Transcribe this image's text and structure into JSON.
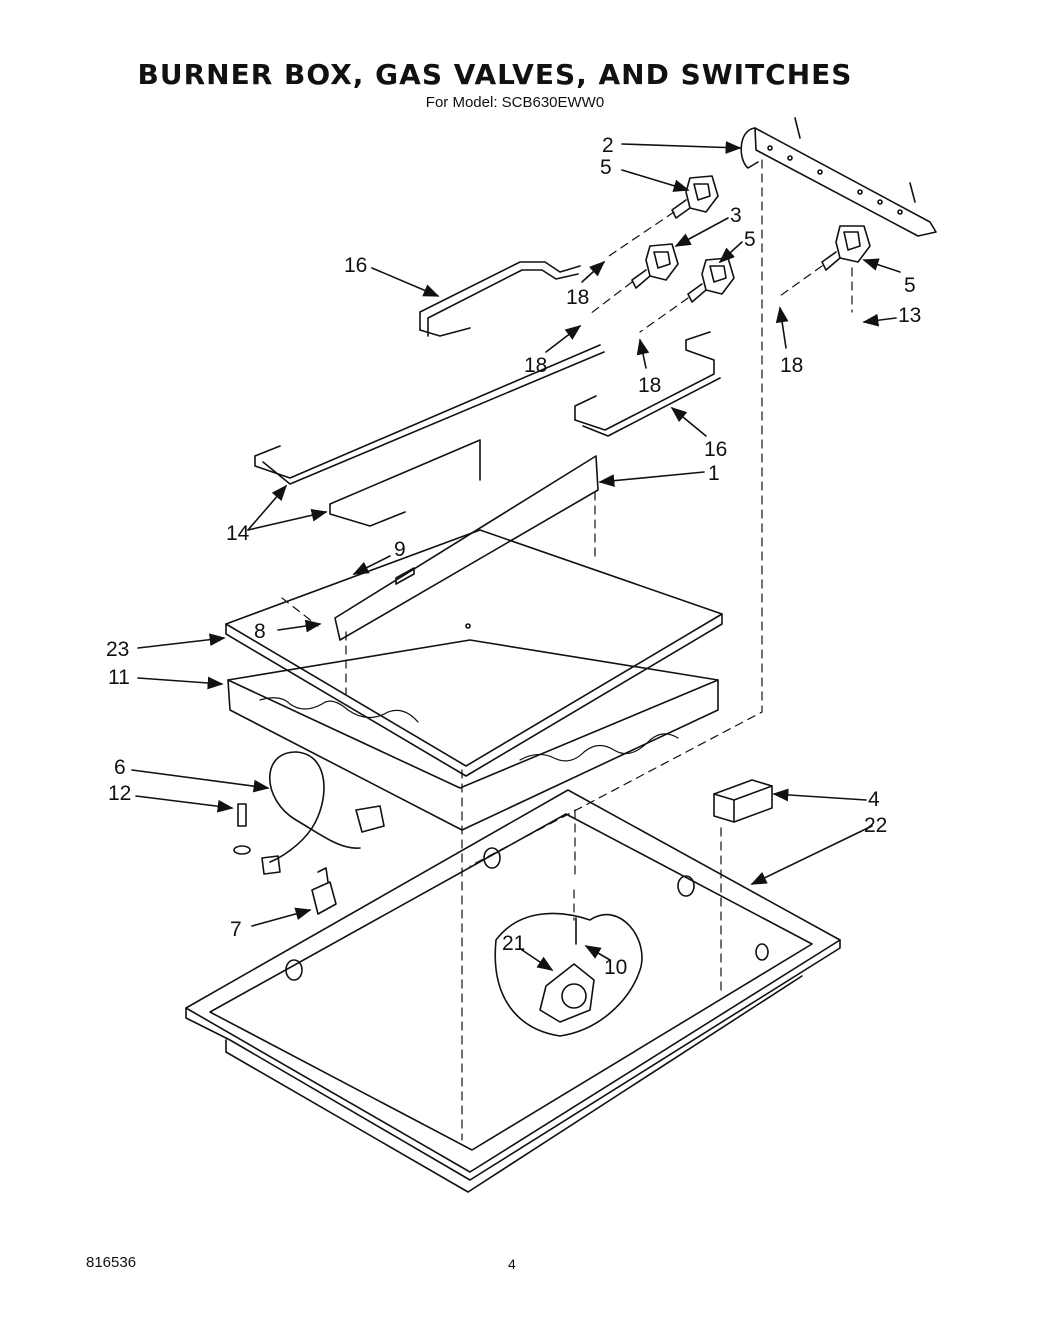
{
  "title": "BURNER BOX, GAS VALVES, AND SWITCHES",
  "subtitle": "For Model: SCB630EWW0",
  "footer_code": "816536",
  "page_number": "4",
  "callouts": [
    {
      "id": "c2",
      "label": "2"
    },
    {
      "id": "c5a",
      "label": "5"
    },
    {
      "id": "c3",
      "label": "3"
    },
    {
      "id": "c5b",
      "label": "5"
    },
    {
      "id": "c5c",
      "label": "5"
    },
    {
      "id": "c13",
      "label": "13"
    },
    {
      "id": "c16a",
      "label": "16"
    },
    {
      "id": "c18a",
      "label": "18"
    },
    {
      "id": "c18b",
      "label": "18"
    },
    {
      "id": "c18c",
      "label": "18"
    },
    {
      "id": "c18d",
      "label": "18"
    },
    {
      "id": "c16b",
      "label": "16"
    },
    {
      "id": "c1",
      "label": "1"
    },
    {
      "id": "c14",
      "label": "14"
    },
    {
      "id": "c9",
      "label": "9"
    },
    {
      "id": "c8",
      "label": "8"
    },
    {
      "id": "c23",
      "label": "23"
    },
    {
      "id": "c11",
      "label": "11"
    },
    {
      "id": "c6",
      "label": "6"
    },
    {
      "id": "c12",
      "label": "12"
    },
    {
      "id": "c4",
      "label": "4"
    },
    {
      "id": "c22",
      "label": "22"
    },
    {
      "id": "c7",
      "label": "7"
    },
    {
      "id": "c21",
      "label": "21"
    },
    {
      "id": "c10",
      "label": "10"
    }
  ]
}
